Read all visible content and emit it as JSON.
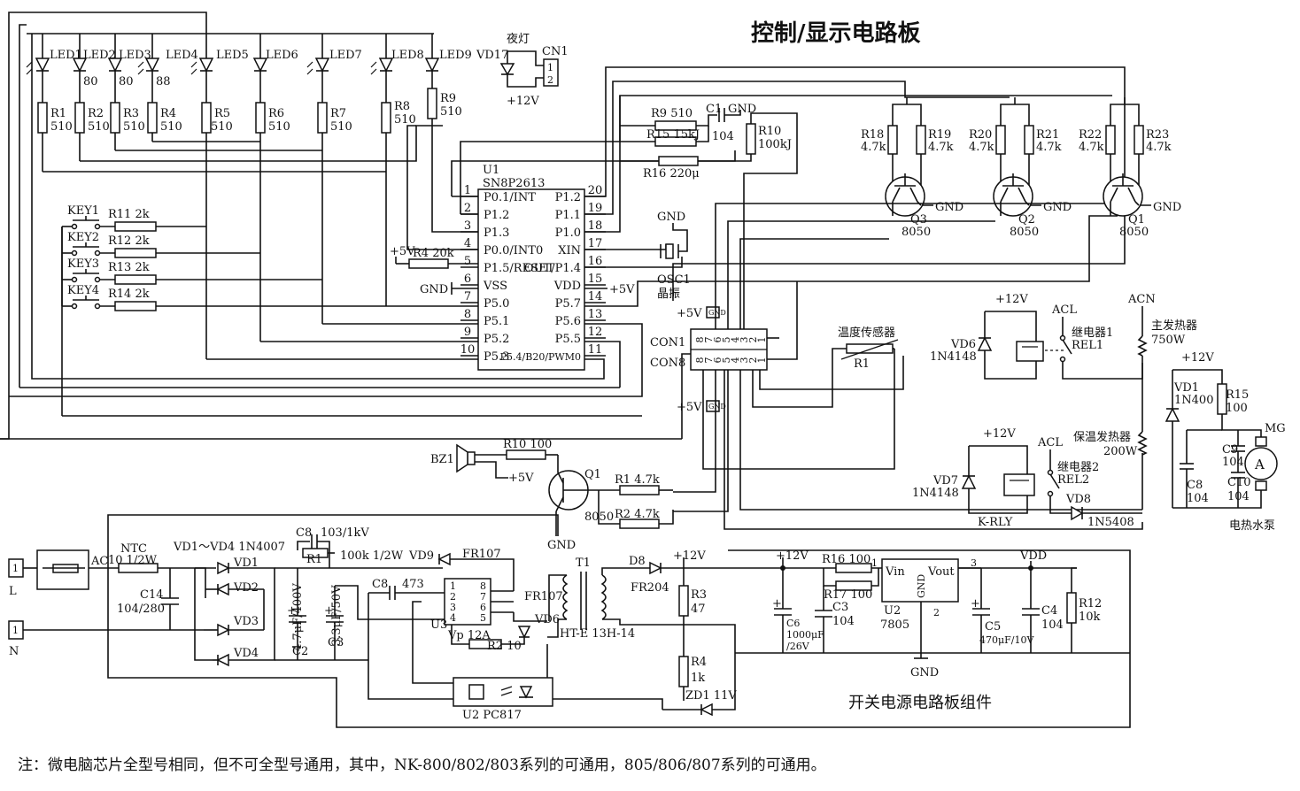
{
  "title": "控制/显示电路板",
  "power_board_label": "开关电源电路板组件",
  "note": "注：微电脑芯片全型号相同，但不可全型号通用，其中，NK-800/802/803系列的可通用，805/806/807系列的可通用。",
  "leds": [
    {
      "name": "LED1",
      "r": "R1",
      "v": "510"
    },
    {
      "name": "LED2",
      "r": "R2",
      "v": "510"
    },
    {
      "name": "LED3",
      "r": "R3",
      "v": "510"
    },
    {
      "name": "LED4",
      "r": "R4",
      "v": "510"
    },
    {
      "name": "LED5",
      "r": "R5",
      "v": "510"
    },
    {
      "name": "LED6",
      "r": "R6",
      "v": "510"
    },
    {
      "name": "LED7",
      "r": "R7",
      "v": "510"
    },
    {
      "name": "LED8",
      "r": "R8",
      "v": "510"
    },
    {
      "name": "LED9",
      "r": "R9",
      "v": "510"
    }
  ],
  "led_segment_marks": [
    "80",
    "80",
    "88"
  ],
  "night_light": {
    "label": "夜灯",
    "diode": "VD17",
    "connector": "CN1",
    "pins": [
      "1",
      "2"
    ],
    "supply": "+12V"
  },
  "keys": [
    {
      "name": "KEY1",
      "r": "R11 2k"
    },
    {
      "name": "KEY2",
      "r": "R12 2k"
    },
    {
      "name": "KEY3",
      "r": "R13 2k"
    },
    {
      "name": "KEY4",
      "r": "R14 2k"
    }
  ],
  "mcu": {
    "ref": "U1",
    "part": "SN8P2613",
    "left_pins": [
      {
        "n": "1",
        "label": "P0.1/INT"
      },
      {
        "n": "2",
        "label": "P1.2"
      },
      {
        "n": "3",
        "label": "P1.3"
      },
      {
        "n": "4",
        "label": "P0.0/INT0"
      },
      {
        "n": "5",
        "label": "P1.5/RESET"
      },
      {
        "n": "6",
        "label": "VSS"
      },
      {
        "n": "7",
        "label": "P5.0"
      },
      {
        "n": "8",
        "label": "P5.1"
      },
      {
        "n": "9",
        "label": "P5.2"
      },
      {
        "n": "10",
        "label": "P5.3"
      }
    ],
    "right_pins": [
      {
        "n": "20",
        "label": "P1.2"
      },
      {
        "n": "19",
        "label": "P1.1"
      },
      {
        "n": "18",
        "label": "P1.0"
      },
      {
        "n": "17",
        "label": "XIN"
      },
      {
        "n": "16",
        "label": "OUT/P1.4"
      },
      {
        "n": "15",
        "label": "VDD"
      },
      {
        "n": "14",
        "label": "P5.7"
      },
      {
        "n": "13",
        "label": "P5.6"
      },
      {
        "n": "12",
        "label": "P5.5"
      },
      {
        "n": "11",
        "label": "P5.4/B20/PWM0"
      }
    ]
  },
  "top_parts": {
    "r9b": "R9 510",
    "c1": "C1",
    "c1_gnd": "GND",
    "c1_val": "104",
    "r15": "R15 15kJ",
    "r10": "R10",
    "r10_val": "100kJ",
    "r16": "R16 220μ",
    "r4": "R4 20k",
    "plus5": "+5V",
    "gnd": "GND",
    "vdd5": "+5V",
    "osc": "OSC1",
    "osc_cn": "晶振",
    "osc_gnd": "GND"
  },
  "transistors_top": [
    {
      "ra": "R18",
      "rav": "4.7k",
      "rb": "R19",
      "rbv": "4.7k",
      "q": "Q3",
      "part": "8050",
      "gnd": "GND"
    },
    {
      "ra": "R20",
      "rav": "4.7k",
      "rb": "R21",
      "rbv": "4.7k",
      "q": "Q2",
      "part": "8050",
      "gnd": "GND"
    },
    {
      "ra": "R22",
      "rav": "4.7k",
      "rb": "R23",
      "rbv": "4.7k",
      "q": "Q1",
      "part": "8050",
      "gnd": "GND"
    }
  ],
  "con": {
    "con1": "CON1",
    "con8": "CON8",
    "pins": [
      "8",
      "7",
      "6",
      "5",
      "4",
      "3",
      "2",
      "1"
    ],
    "plus5": "+5V",
    "gnd": "GND"
  },
  "sensor": {
    "label": "温度传感器",
    "ref": "R1"
  },
  "relays": [
    {
      "vcc": "+12V",
      "diode": "VD6",
      "diode_part": "1N4148",
      "ac": "ACL",
      "label": "继电器1",
      "ref": "REL1"
    },
    {
      "vcc": "+12V",
      "diode": "VD7",
      "diode_part": "1N4148",
      "ac": "ACL",
      "label": "继电器2",
      "ref": "REL2",
      "krly": "K-RLY"
    }
  ],
  "heaters": {
    "acn": "ACN",
    "main": "主发热器",
    "main_w": "750W",
    "keep": "保温发热器",
    "keep_w": "200W",
    "vd8": "VD8",
    "vd8_part": "1N5408"
  },
  "pump": {
    "vcc": "+12V",
    "vd1": "VD1",
    "vd1_part": "1N400",
    "r15": "R15",
    "r15_v": "100",
    "c9": "C9",
    "c9_v": "104",
    "c8": "C8",
    "c8_v": "104",
    "c10": "C10",
    "c10_v": "104",
    "mg": "MG",
    "motor": "A",
    "label": "电热水泵"
  },
  "buzzer": {
    "bz": "BZ1",
    "r10": "R10 100",
    "plus5": "+5V",
    "q1": "Q1",
    "q1_part": "8050",
    "r1": "R1 4.7k",
    "r2": "R2 4.7k",
    "gnd": "GND"
  },
  "psu": {
    "l": "L",
    "n": "N",
    "ac": "AC",
    "ntc": "NTC",
    "ntc_v": "10 1/2W",
    "c14": "C14",
    "c14_v": "104/280",
    "bridge": "VD1～VD4 1N4007",
    "vd": [
      "VD1",
      "VD2",
      "VD3",
      "VD4"
    ],
    "c8": "C8",
    "c8_v": "103/1kV",
    "r1": "R1",
    "r1_v": "100k 1/2W",
    "vd9": "VD9",
    "fr107a": "FR107",
    "c2": "C2",
    "c2_v": "4.7μF/400V",
    "c3": "C3",
    "c3_v": "3.3μF/50V",
    "c8b": "C8",
    "c8b_v": "473",
    "u3": "U3",
    "u3_part": "Vp 12A",
    "u3_pins": [
      "1",
      "2",
      "3",
      "4",
      "8",
      "7",
      "6",
      "5"
    ],
    "fr107b": "FR107",
    "vd6": "VD6",
    "r2": "R2 10",
    "t1": "T1",
    "ht": "HT-E 13H-14",
    "d8": "D8",
    "d8_part": "FR204",
    "plus12": "+12V",
    "r3": "R3",
    "r3_v": "47",
    "r4": "R4",
    "r4_v": "1k",
    "zd1": "ZD1 11V",
    "u2pc": "U2 PC817",
    "c6_v1": "1000μF",
    "c6_v2": "/26V",
    "c6": "C6",
    "c6_plus": "+12V",
    "r16": "R16 100",
    "r17": "R17 100",
    "c3b": "C3",
    "c3b_v": "104",
    "u2": "U2",
    "u2_part": "7805",
    "vin": "Vin",
    "vout": "Vout",
    "reg_gnd": "GND",
    "pin1": "1",
    "pin2": "2",
    "pin3": "3",
    "vdd": "VDD",
    "c5": "C5",
    "c5_v": "470μF/10V",
    "c4": "C4",
    "c4_v": "104",
    "r12": "R12",
    "r12_v": "10k",
    "gnd": "GND"
  }
}
